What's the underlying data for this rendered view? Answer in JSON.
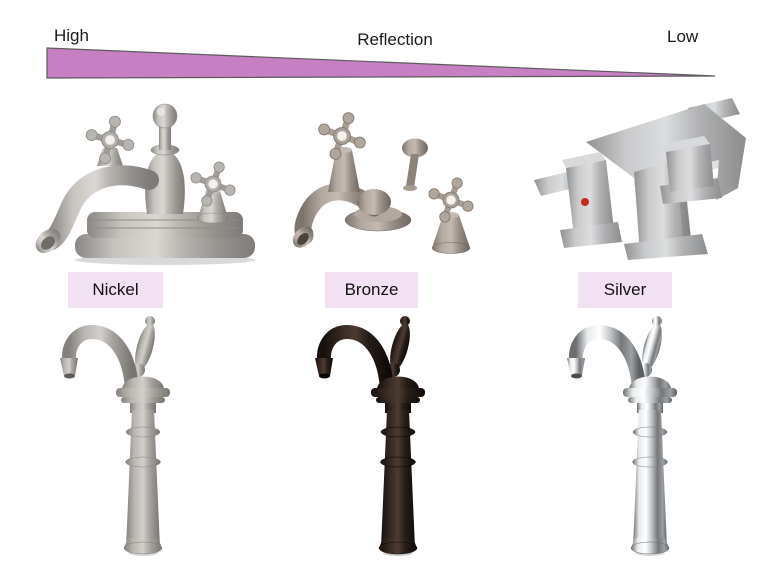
{
  "slide": {
    "title": "Reflection",
    "scale": {
      "high": "High",
      "low": "Low"
    },
    "wedge_color": "#c67fc2",
    "label_background": "#f2e1f2",
    "materials": [
      {
        "name": "Nickel"
      },
      {
        "name": "Bronze"
      },
      {
        "name": "Silver"
      }
    ],
    "top_row_images": [
      {
        "icon": "centerset-two-handle-faucet-photo",
        "finish_color": "#b5b2ae"
      },
      {
        "icon": "widespread-three-piece-faucet-photo",
        "finish_color": "#a69c92"
      },
      {
        "icon": "modern-square-faucet-photo",
        "finish_color": "#bcbdbe",
        "accent_dot": "#c8281c"
      }
    ],
    "bottom_row_images": [
      {
        "icon": "tall-vessel-faucet-photo",
        "finish_color": "#aaa7a3"
      },
      {
        "icon": "tall-vessel-faucet-photo",
        "finish_color": "#2b211b"
      },
      {
        "icon": "tall-vessel-faucet-photo",
        "finish_color": "#d9dbdd"
      }
    ]
  }
}
